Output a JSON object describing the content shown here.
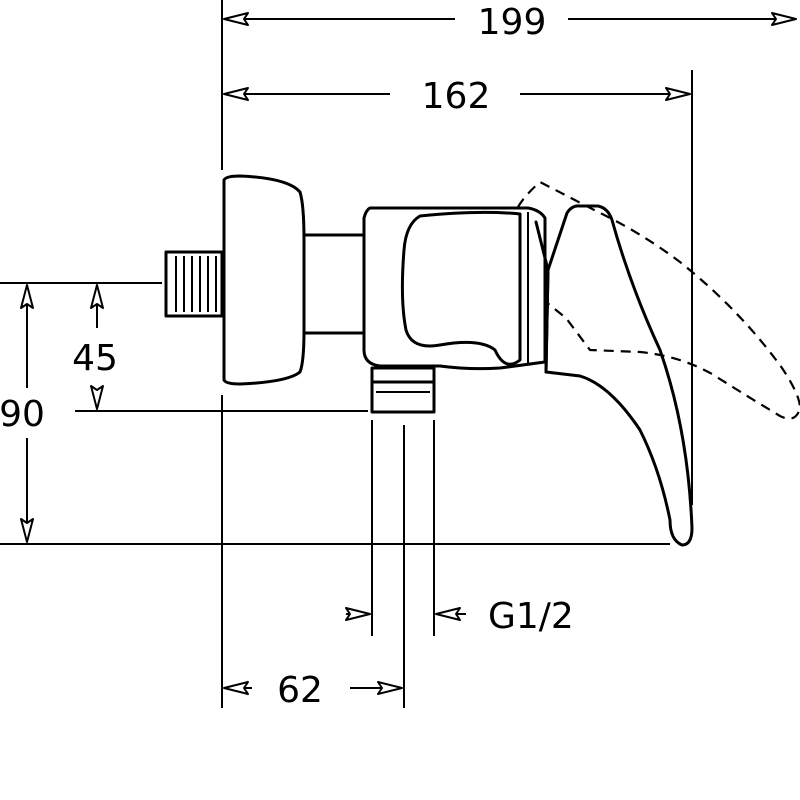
{
  "dimensions": {
    "overall_width": "199",
    "lever_width": "162",
    "height_total": "90",
    "height_outlet": "45",
    "thread": "G1/2",
    "outlet_offset": "62"
  }
}
